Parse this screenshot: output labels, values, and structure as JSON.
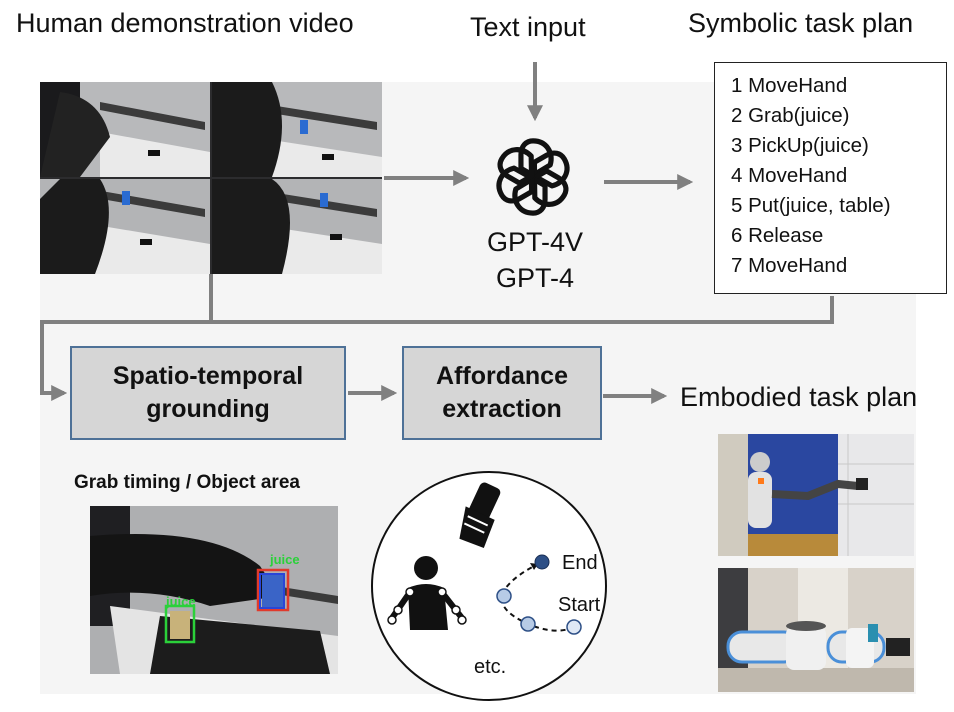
{
  "headings": {
    "human_demo": "Human demonstration video",
    "text_input": "Text input",
    "symbolic_plan": "Symbolic task plan",
    "embodied_plan": "Embodied task plan",
    "grab_timing": "Grab timing / Object area"
  },
  "models": {
    "line1": "GPT-4V",
    "line2": "GPT-4"
  },
  "plan_steps": [
    "1 MoveHand",
    "2 Grab(juice)",
    "3 PickUp(juice)",
    "4 MoveHand",
    "5 Put(juice, table)",
    "6 Release",
    "7 MoveHand"
  ],
  "boxes": {
    "grounding": "Spatio-temporal grounding",
    "affordance": "Affordance extraction"
  },
  "detections": {
    "label_red": "juice",
    "label_green": "juice"
  },
  "affordance_labels": {
    "end": "End",
    "start": "Start",
    "etc": "etc."
  },
  "colors": {
    "arrow": "#808080",
    "box_fill": "#d6d6d6",
    "box_border": "#4e7197",
    "node": "#b7cbe6",
    "node_dark": "#2d4f86"
  },
  "icons": [
    "openai-logo-icon",
    "grasp-hand-icon",
    "human-pose-icon"
  ]
}
